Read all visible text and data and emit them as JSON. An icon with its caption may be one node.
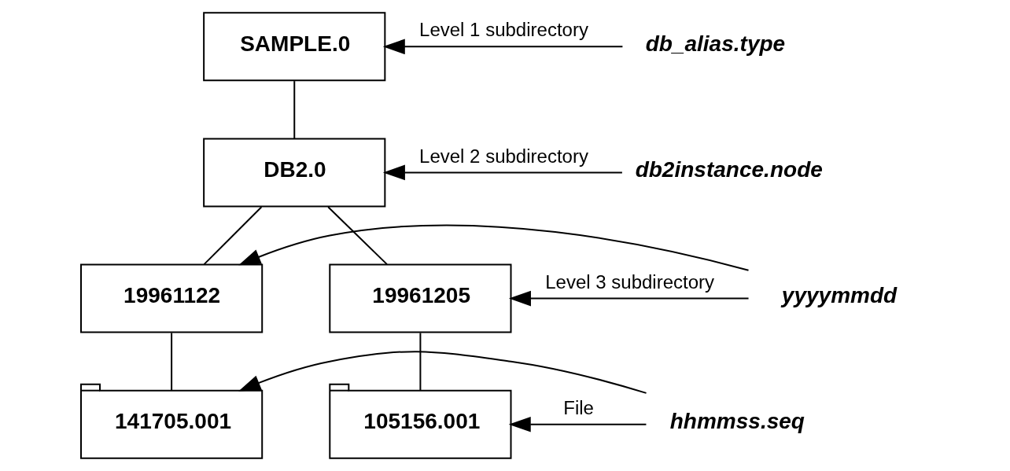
{
  "diagram": {
    "nodes": [
      {
        "text": [
          "SAMPLE.0"
        ]
      },
      {
        "text": [
          "DB2.0"
        ]
      },
      {
        "text": [
          "19961122"
        ]
      },
      {
        "text": [
          "19961205"
        ]
      },
      {
        "text": [
          "141705.001"
        ]
      },
      {
        "text": [
          "105156.001"
        ]
      },
      {
        "text": [
          "db_alias.type"
        ]
      },
      {
        "text": [
          "db2instance.node"
        ]
      },
      {
        "text": [
          "yyyymmdd"
        ]
      },
      {
        "text": [
          "hhmmss.seq"
        ]
      }
    ],
    "edges": [
      {
        "from": 0,
        "to": 1,
        "arrow": "none"
      },
      {
        "from": 1,
        "to": 2,
        "arrow": "none"
      },
      {
        "from": 1,
        "to": 3,
        "arrow": "none"
      },
      {
        "from": 2,
        "to": 4,
        "arrow": "none"
      },
      {
        "from": 3,
        "to": 5,
        "arrow": "none"
      },
      {
        "from": 6,
        "to": 0,
        "arrow": "to",
        "label": "Level 1 subdirectory"
      },
      {
        "from": 7,
        "to": 1,
        "arrow": "to",
        "label": "Level 2 subdirectory"
      },
      {
        "from": 8,
        "to": 3,
        "arrow": "to",
        "label": "Level 3 subdirectory"
      },
      {
        "from": 8,
        "to": 2,
        "arrow": "to"
      },
      {
        "from": 9,
        "to": 5,
        "arrow": "to",
        "label": "File"
      },
      {
        "from": 9,
        "to": 4,
        "arrow": "to"
      }
    ]
  }
}
